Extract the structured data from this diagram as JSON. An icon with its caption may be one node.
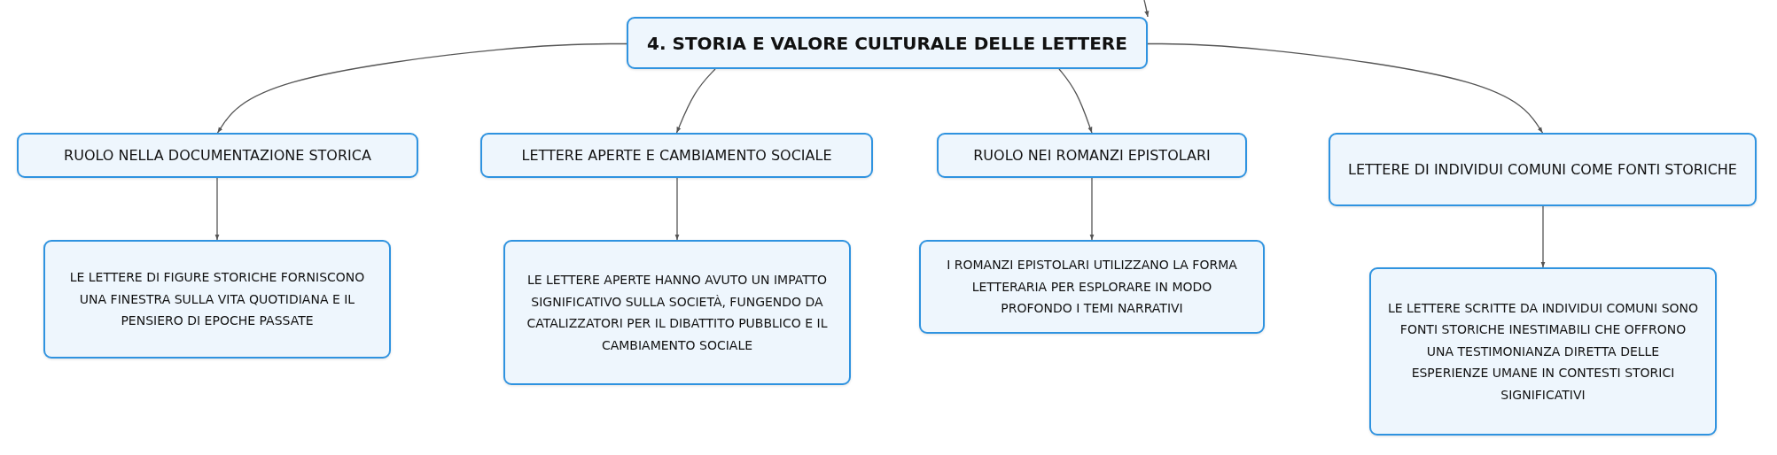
{
  "diagram": {
    "nodes": [
      {
        "text": [
          "4. STORIA E VALORE CULTURALE DELLE LETTERE"
        ]
      },
      {
        "text": [
          "RUOLO NELLA DOCUMENTAZIONE STORICA"
        ]
      },
      {
        "text": [
          "LETTERE APERTE E CAMBIAMENTO SOCIALE"
        ]
      },
      {
        "text": [
          "RUOLO NEI ROMANZI EPISTOLARI"
        ]
      },
      {
        "text": [
          "LETTERE DI INDIVIDUI COMUNI COME FONTI STORICHE"
        ]
      },
      {
        "text": [
          "LE LETTERE DI FIGURE STORICHE FORNISCONO UNA FINESTRA SULLA VITA QUOTIDIANA E IL PENSIERO DI EPOCHE PASSATE"
        ]
      },
      {
        "text": [
          "LE LETTERE APERTE HANNO AVUTO UN IMPATTO SIGNIFICATIVO SULLA SOCIETÀ, FUNGENDO DA CATALIZZATORI PER IL DIBATTITO PUBBLICO E IL CAMBIAMENTO SOCIALE"
        ]
      },
      {
        "text": [
          "I ROMANZI EPISTOLARI UTILIZZANO LA FORMA LETTERARIA PER ESPLORARE IN MODO PROFONDO I TEMI NARRATIVI"
        ]
      },
      {
        "text": [
          "LE LETTERE SCRITTE DA INDIVIDUI COMUNI SONO FONTI STORICHE INESTIMABILI CHE OFFRONO UNA TESTIMONIANZA DIRETTA DELLE ESPERIENZE UMANE IN CONTESTI STORICI SIGNIFICATIVI"
        ]
      }
    ],
    "edges": [
      {
        "from": null,
        "to": 0,
        "arrow": "to"
      },
      {
        "from": 0,
        "to": 1,
        "arrow": "to"
      },
      {
        "from": 0,
        "to": 2,
        "arrow": "to"
      },
      {
        "from": 0,
        "to": 3,
        "arrow": "to"
      },
      {
        "from": 0,
        "to": 4,
        "arrow": "to"
      },
      {
        "from": 1,
        "to": 5,
        "arrow": "to"
      },
      {
        "from": 2,
        "to": 6,
        "arrow": "to"
      },
      {
        "from": 3,
        "to": 7,
        "arrow": "to"
      },
      {
        "from": 4,
        "to": 8,
        "arrow": "to"
      }
    ]
  }
}
